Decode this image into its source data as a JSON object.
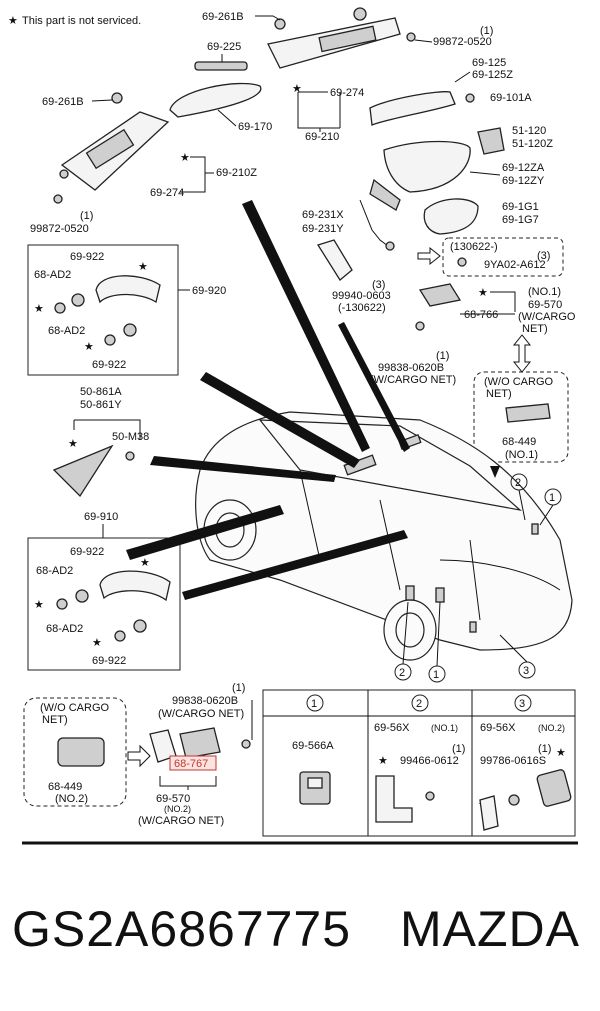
{
  "legend": {
    "star": "★",
    "text": "This part is not serviced."
  },
  "labels": {
    "l_69_261B_top": "69-261B",
    "l_1_top": "(1)",
    "l_99872_top": "99872-0520",
    "l_69_225": "69-225",
    "l_69_125": "69-125",
    "l_69_125Z": "69-125Z",
    "l_69_101A": "69-101A",
    "l_69_261B_left": "69-261B",
    "l_69_274_top": "69-274",
    "l_69_170": "69-170",
    "l_51_120": "51-120",
    "l_51_120Z": "51-120Z",
    "l_69_210": "69-210",
    "l_69_12ZA": "69-12ZA",
    "l_69_12ZY": "69-12ZY",
    "l_69_210Z": "69-210Z",
    "l_69_274_left": "69-274",
    "l_99872_left": "99872-0520",
    "l_1_left": "(1)",
    "l_69_1G1": "69-1G1",
    "l_69_1G7": "69-1G7",
    "l_69_231X": "69-231X",
    "l_69_231Y": "69-231Y",
    "l_130622": "(130622-)",
    "l_3_a": "(3)",
    "l_9YA02": "9YA02-A612",
    "l_69_922_a": "69-922",
    "l_68_AD2_a": "68-AD2",
    "l_69_920": "69-920",
    "l_68_AD2_b": "68-AD2",
    "l_69_922_b": "69-922",
    "l_3_b": "(3)",
    "l_99940": "99940-0603",
    "l_130622b": "(-130622)",
    "l_no1_a": "(NO.1)",
    "l_69_570_a": "69-570",
    "l_68_766": "68-766",
    "l_wcargo_a": "(W/CARGO",
    "l_net_a": "NET)",
    "l_99838_a": "99838-0620B",
    "l_1_b": "(1)",
    "l_wcargonet_a": "(W/CARGO NET)",
    "l_50_861A": "50-861A",
    "l_50_861Y": "50-861Y",
    "l_50_M38": "50-M38",
    "l_wo_cargo_a": "(W/O CARGO",
    "l_net_b": "NET)",
    "l_68_449_a": "68-449",
    "l_no1_b": "(NO.1)",
    "l_69_910": "69-910",
    "l_69_922_c": "69-922",
    "l_68_AD2_c": "68-AD2",
    "l_68_AD2_d": "68-AD2",
    "l_69_922_d": "69-922",
    "l_wo_cargo_b": "(W/O CARGO",
    "l_net_c": "NET)",
    "l_68_449_b": "68-449",
    "l_no2_a": "(NO.2)",
    "l_99838_b": "99838-0620B",
    "l_1_c": "(1)",
    "l_wcargonet_b": "(W/CARGO NET)",
    "l_68_767": "68-767",
    "l_69_570_b": "69-570",
    "l_no2_b": "(NO.2)",
    "l_wcargonet_c": "(W/CARGO NET)",
    "c1": "1",
    "c2": "2",
    "c3": "3",
    "c1b": "1",
    "c2b": "2",
    "c3b": "3",
    "t1": "1",
    "t2": "2",
    "t3": "3",
    "t1_part": "69-566A",
    "t2_part": "69-56X",
    "t2_no": "(NO.1)",
    "t2_q": "(1)",
    "t2_bolt": "99466-0612",
    "t3_part": "69-56X",
    "t3_no": "(NO.2)",
    "t3_q": "(1)",
    "t3_bolt": "99786-0616S"
  },
  "footer": {
    "part_number": "GS2A6867775",
    "brand": "MAZDA"
  }
}
